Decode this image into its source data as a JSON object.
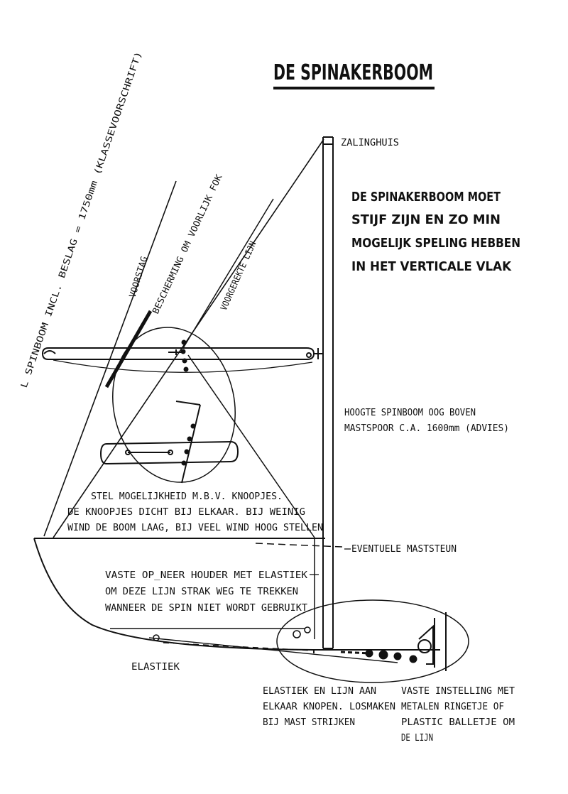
{
  "title": "DE SPINAKERBOOM",
  "labels": {
    "zalinghuis": "ZALINGHUIS",
    "spinboom_length": "L SPINBOOM INCL. BESLAG = 1750mm (KLASSEVOORSCHRIFT)",
    "voorstag": "VOORSTAG",
    "bescherming": "BESCHERMING OM VOORLIJK FOK",
    "voorgerekte_lijn": "VOORGEREKTE LIJN",
    "hoogte_line1": "HOOGTE SPINBOOM OOG BOVEN",
    "hoogte_line2": "MASTSPOOR C.A. 1600mm (ADVIES)",
    "eventuele_maststeun": "EVENTUELE MASTSTEUN",
    "elastiek": "ELASTIEK"
  },
  "note_main": [
    "DE SPINAKERBOOM MOET",
    "STIJF ZIJN EN ZO MIN",
    "MOGELIJK SPELING HEBBEN",
    "IN HET VERTICALE VLAK"
  ],
  "note_stel": [
    "STEL MOGELIJKHEID M.B.V. KNOOPJES.",
    "DE KNOOPJES DICHT BIJ ELKAAR. BIJ WEINIG",
    "WIND DE BOOM LAAG, BIJ VEEL WIND HOOG STELLEN"
  ],
  "note_houder": [
    "VASTE OP_NEER HOUDER MET ELASTIEK",
    "OM DEZE LIJN STRAK WEG TE TREKKEN",
    "WANNEER DE SPIN NIET WORDT GEBRUIKT"
  ],
  "note_knopen": [
    "ELASTIEK EN LIJN AAN",
    "ELKAAR KNOPEN. LOSMAKEN",
    "BIJ MAST STRIJKEN"
  ],
  "note_instelling": [
    "VASTE INSTELLING MET",
    "METALEN RINGETJE OF",
    "PLASTIC BALLETJE OM",
    "DE LIJN"
  ]
}
